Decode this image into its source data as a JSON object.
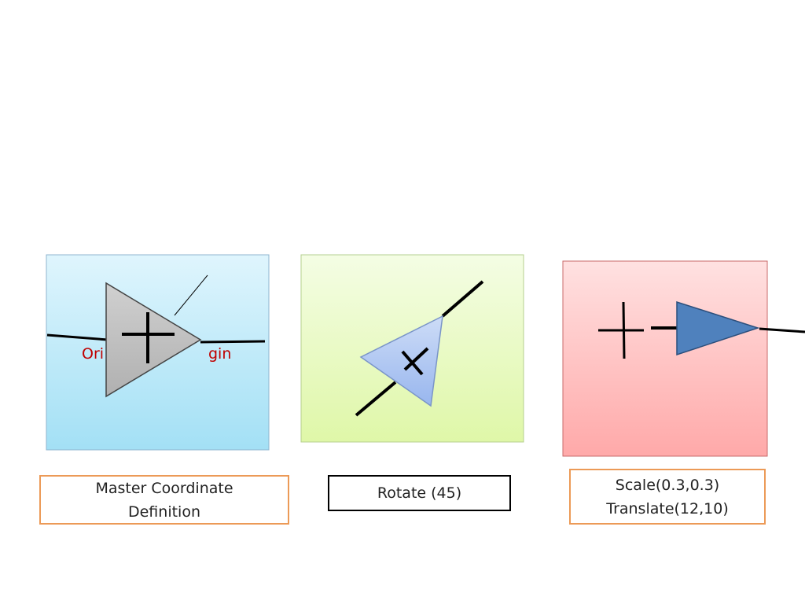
{
  "panels": {
    "master": {
      "label_left": "Ori",
      "label_right": "gin",
      "caption_lines": [
        "Master Coordinate",
        "Definition"
      ]
    },
    "rotate": {
      "caption_lines": [
        "Rotate (45)"
      ]
    },
    "transform": {
      "caption_lines": [
        "Scale(0.3,0.3)",
        "Translate(12,10)"
      ]
    }
  },
  "colors": {
    "blue_panel": "#b9e8f8",
    "green_panel": "#e9f9c6",
    "red_panel": "#ffc5c5",
    "gray_triangle": "#c4c4c4",
    "light_blue_triangle": "#b4ccf4",
    "dark_blue_triangle": "#4f81bd",
    "caption_border": "#ec9a57",
    "label_red": "#c00000"
  }
}
